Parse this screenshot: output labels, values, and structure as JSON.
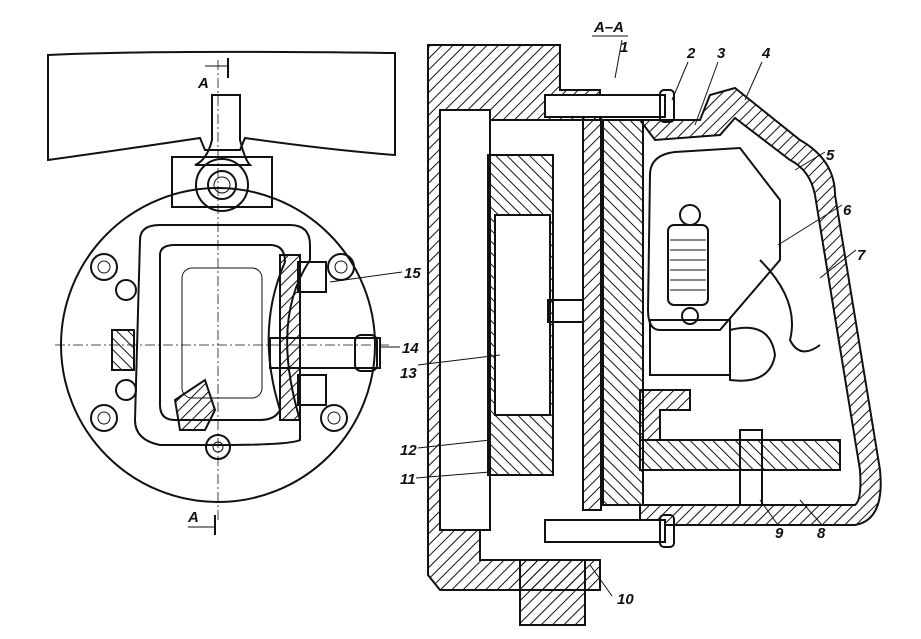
{
  "figure": {
    "section_title": "A–A",
    "section_marker_top": "A",
    "section_marker_bottom": "A",
    "callouts": [
      {
        "id": "1",
        "label": "1"
      },
      {
        "id": "2",
        "label": "2"
      },
      {
        "id": "3",
        "label": "3"
      },
      {
        "id": "4",
        "label": "4"
      },
      {
        "id": "5",
        "label": "5"
      },
      {
        "id": "6",
        "label": "6"
      },
      {
        "id": "7",
        "label": "7"
      },
      {
        "id": "8",
        "label": "8"
      },
      {
        "id": "9",
        "label": "9"
      },
      {
        "id": "10",
        "label": "10"
      },
      {
        "id": "11",
        "label": "11"
      },
      {
        "id": "12",
        "label": "12"
      },
      {
        "id": "13",
        "label": "13"
      },
      {
        "id": "14",
        "label": "14"
      },
      {
        "id": "15",
        "label": "15"
      }
    ],
    "colors": {
      "ink": "#111111",
      "paper": "#ffffff"
    }
  }
}
